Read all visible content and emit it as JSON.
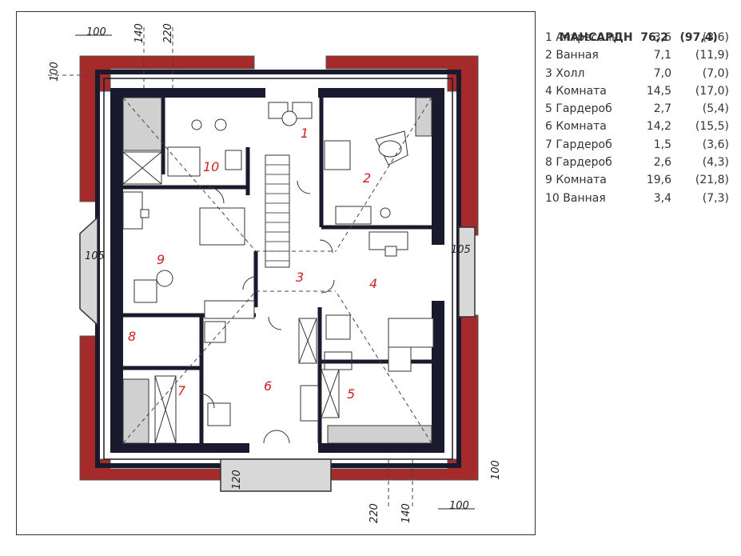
{
  "legend": {
    "title": "МАНСАРДН",
    "area": "76,2",
    "total": "(97,4)",
    "rooms": [
      {
        "name": "1 Антресоль",
        "area": "3,6",
        "total": "(3,6)"
      },
      {
        "name": "2 Ванная",
        "area": "7,1",
        "total": "(11,9)"
      },
      {
        "name": "3 Холл",
        "area": "7,0",
        "total": "(7,0)"
      },
      {
        "name": "4 Комната",
        "area": "14,5",
        "total": "(17,0)"
      },
      {
        "name": "5 Гардероб",
        "area": "2,7",
        "total": "(5,4)"
      },
      {
        "name": "6 Комната",
        "area": "14,2",
        "total": "(15,5)"
      },
      {
        "name": "7 Гардероб",
        "area": "1,5",
        "total": "(3,6)"
      },
      {
        "name": "8 Гардероб",
        "area": "2,6",
        "total": "(4,3)"
      },
      {
        "name": "9 Комната",
        "area": "19,6",
        "total": "(21,8)"
      },
      {
        "name": "10 Ванная",
        "area": "3,4",
        "total": "(7,3)"
      }
    ]
  },
  "plan": {
    "room_numbers": [
      "1",
      "2",
      "3",
      "4",
      "5",
      "6",
      "7",
      "8",
      "9",
      "10"
    ],
    "dimensions": {
      "top_left": "100",
      "top_140": "140",
      "top_220": "220",
      "left_100": "100",
      "left_105": "105",
      "right_105": "105",
      "bottom_120": "120",
      "bottom_220": "220",
      "bottom_140": "140",
      "bottom_right": "100",
      "right_100": "100"
    },
    "colors": {
      "roof": "#a52a2a",
      "wall": "#1a1a2e",
      "room_number": "#cc2222",
      "fixture_fill": "#d0d0d0",
      "balcony_fill": "#d8d8d8"
    }
  }
}
